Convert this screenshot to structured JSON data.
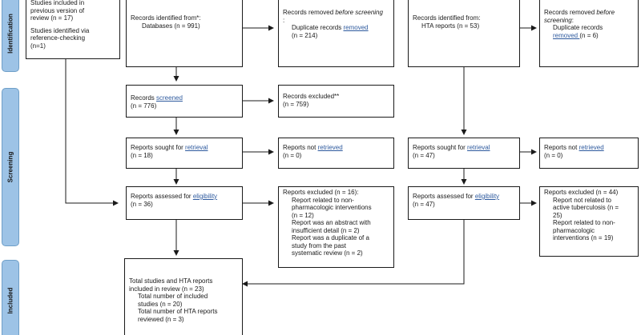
{
  "phases": {
    "identification": "Identification",
    "screening": "Screening",
    "included": "Included"
  },
  "left_sources": {
    "line1": "Studies included in",
    "line2": "previous version of",
    "line3": "review (n = 17)",
    "line4": "Studies identified via",
    "line5": "reference-checking",
    "line6": "(n=1)"
  },
  "db": {
    "identified": {
      "line1": "Records identified from*:",
      "line2": "Databases (n = 991)"
    },
    "removed": {
      "prefix": "Records removed ",
      "italic": "before screening",
      "colon": ":",
      "item_prefix": "Duplicate records ",
      "item_link": "removed ",
      "item_suffix": " (n = 214)"
    },
    "screened": {
      "prefix": "Records ",
      "link": "screened",
      "count": "(n = 776)"
    },
    "excluded": {
      "line1": "Records excluded**",
      "line2": "(n = 759)"
    },
    "sought": {
      "prefix": "Reports sought for ",
      "link": "retrieval",
      "count": "(n = 18)"
    },
    "not_retrieved": {
      "prefix": "Reports not ",
      "link": "retrieved",
      "count": "(n = 0)"
    },
    "assessed": {
      "prefix": "Reports assessed for ",
      "link": "eligibility",
      "count": "(n = 36)"
    },
    "reports_excluded": {
      "title": "Reports excluded (n = 16):",
      "items": [
        "Report related to non-",
        "pharmacologic interventions",
        "(n = 12)",
        "Report was an abstract with",
        "insufficient detail (n = 2)",
        "Report was a duplicate of a",
        "study from the past",
        "systematic review (n = 2)"
      ]
    }
  },
  "hta": {
    "identified": {
      "line1": "Records identified from:",
      "line2": "HTA reports (n = 53)"
    },
    "removed": {
      "prefix": "Records removed ",
      "italic": "before screening",
      "colon": ":",
      "item_prefix": "Duplicate records ",
      "item_link": "removed ",
      "item_suffix": " (n = 6)"
    },
    "sought": {
      "prefix": "Reports sought for ",
      "link": "retrieval",
      "count": "(n = 47)"
    },
    "not_retrieved": {
      "prefix": "Reports not ",
      "link": "retrieved",
      "count": "(n = 0)"
    },
    "assessed": {
      "prefix": "Reports assessed for ",
      "link": "eligibility",
      "count": "(n = 47)"
    },
    "reports_excluded": {
      "title": "Reports excluded (n = 44)",
      "items": [
        "Report not related to",
        "active tuberculosis (n =",
        "25)",
        "Report related to non-",
        "pharmacologic",
        "interventions (n = 19)"
      ]
    }
  },
  "included": {
    "line1": "Total studies and HTA reports",
    "line2": "included in review (n = 23)",
    "line3": "Total number of included",
    "line4": "studies (n = 20)",
    "line5": "Total number of HTA reports",
    "line6": "reviewed (n = 3)"
  }
}
